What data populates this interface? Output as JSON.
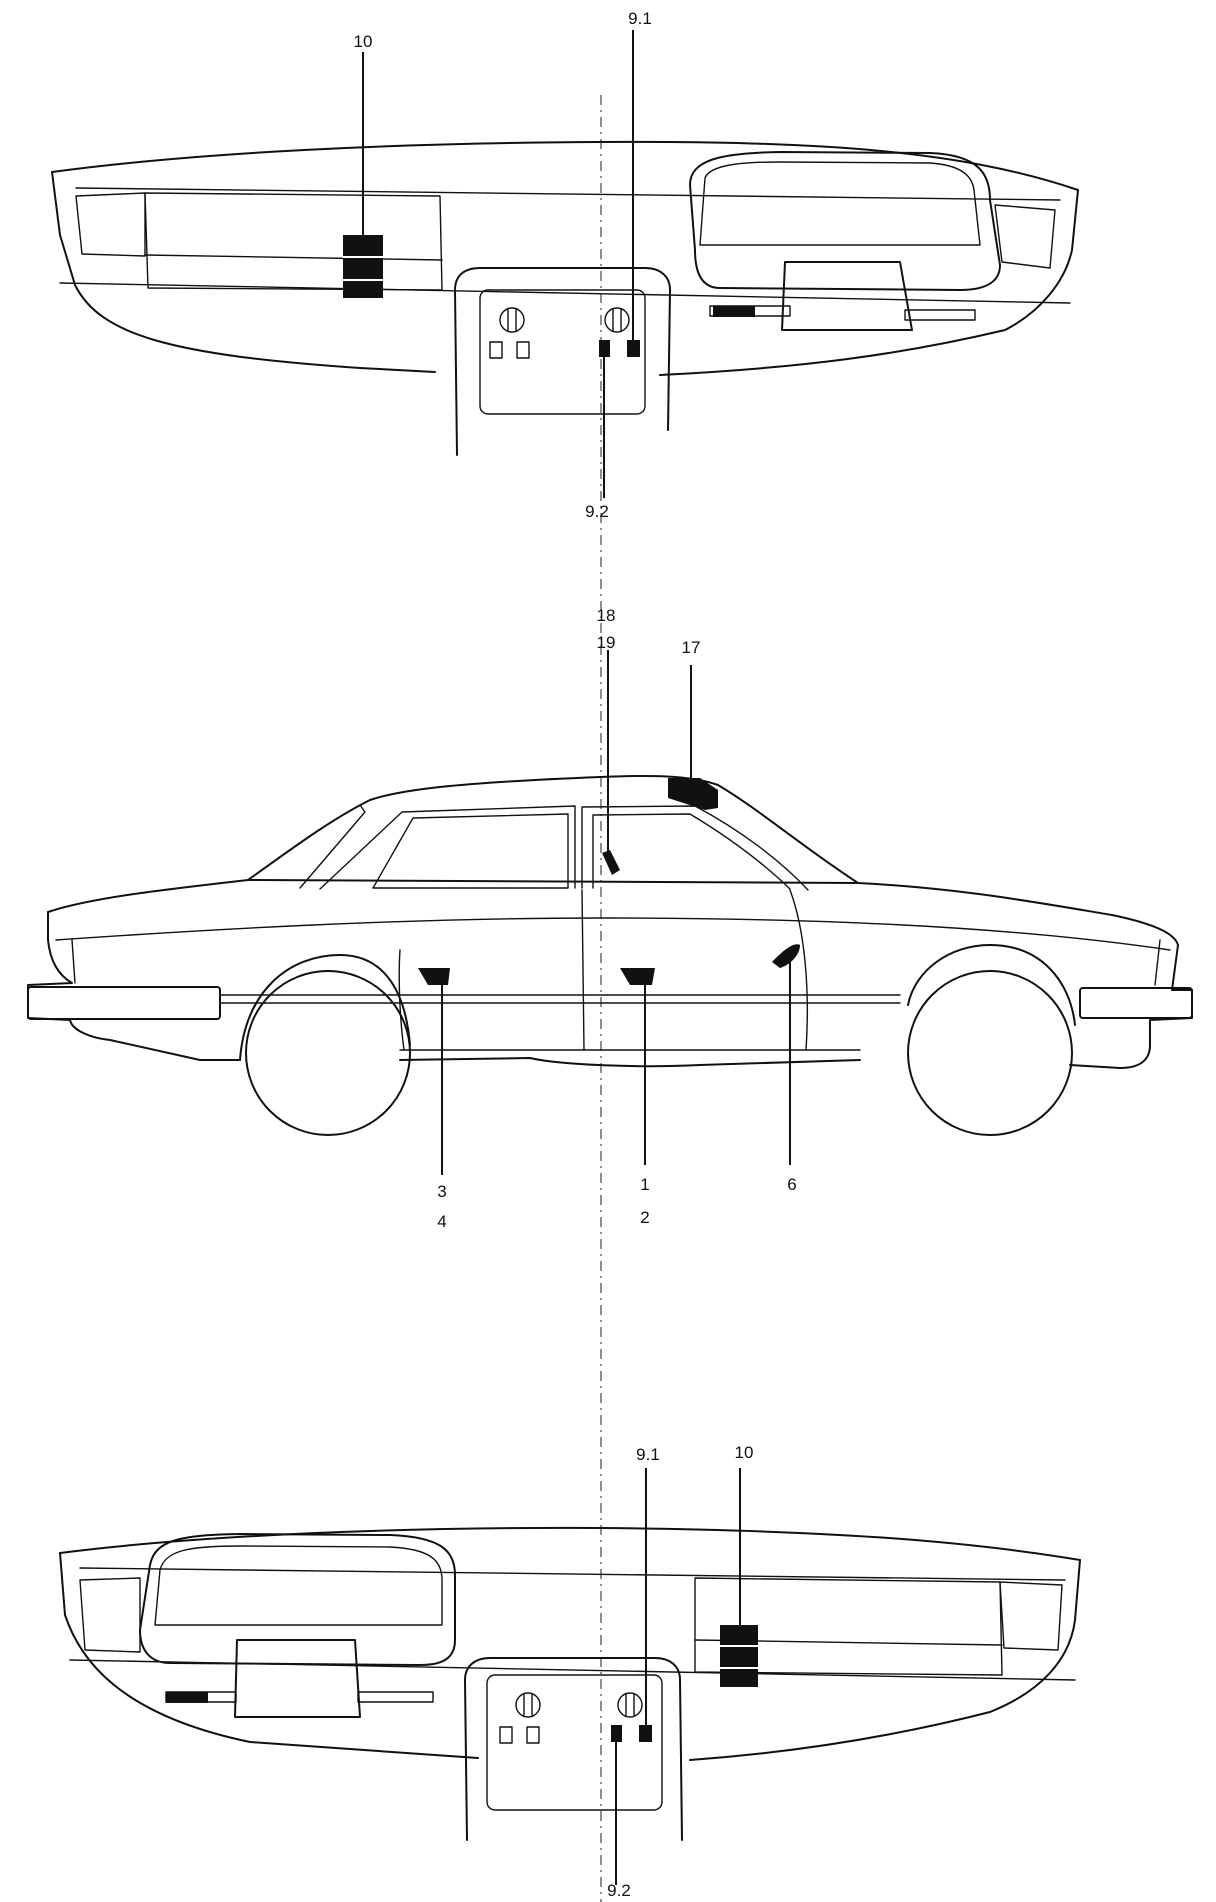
{
  "diagram": {
    "top_dashboard": {
      "labels": {
        "glovebox_marker": "10",
        "switch_upper": "9.1",
        "switch_lower": "9.2"
      }
    },
    "side_view": {
      "labels": {
        "pillar_a": "18",
        "pillar_b": "19",
        "roof_rear": "17",
        "rear_door_top": "3",
        "rear_door_bottom": "4",
        "front_door_top": "1",
        "front_door_bottom": "2",
        "front_fender": "6"
      }
    },
    "bottom_dashboard": {
      "labels": {
        "glovebox_marker": "10",
        "switch_upper": "9.1",
        "switch_lower": "9.2"
      }
    }
  }
}
